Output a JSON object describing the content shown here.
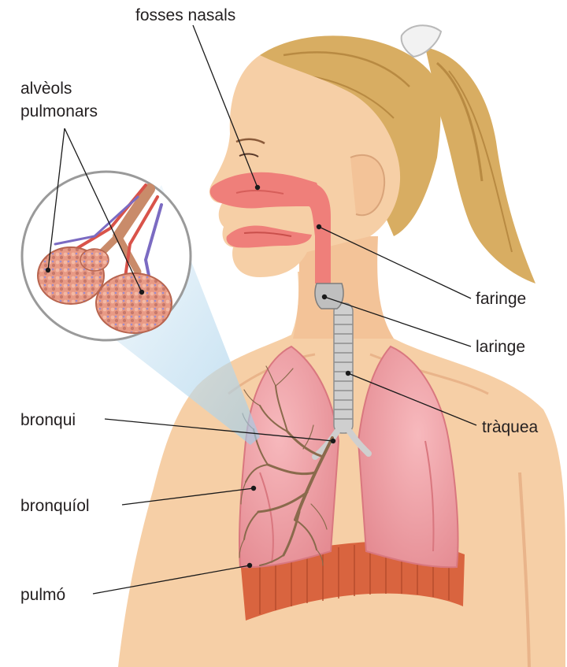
{
  "labels": {
    "nasal": "fosses nasals",
    "alveoli_1": "alvèols",
    "alveoli_2": "pulmonars",
    "pharynx": "faringe",
    "larynx": "laringe",
    "trachea": "tràquea",
    "bronchus": "bronqui",
    "bronchiole": "bronquíol",
    "lung": "pulmó"
  },
  "colors": {
    "skin": "#f6cfa6",
    "skin_shadow": "#e9b48a",
    "hair": "#d8ad62",
    "hair_dark": "#b88a42",
    "airway": "#ef7f7a",
    "lung": "#f1a0a6",
    "lung_dark": "#d9777f",
    "diaphragm": "#d9643f",
    "trachea": "#c9c9c9",
    "bronchi_tree": "#8a6a4c",
    "alveoli": "#e58a77",
    "vein": "#7b6bc2",
    "lens": "#bcdcf0"
  }
}
